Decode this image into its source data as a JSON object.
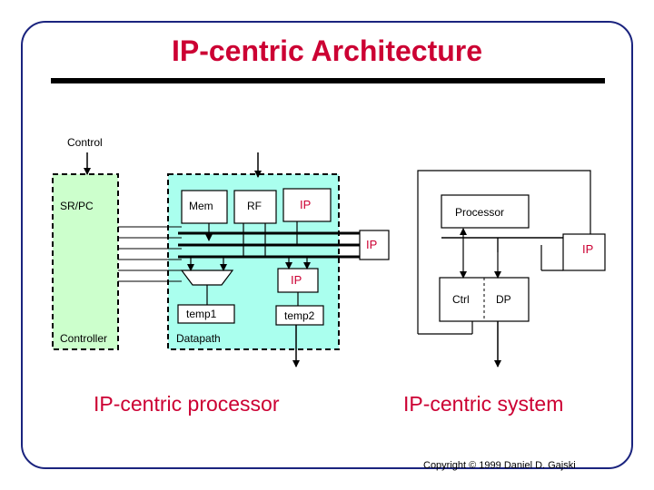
{
  "title": "IP-centric Architecture",
  "labels": {
    "control": "Control",
    "sr_pc": "SR/PC",
    "controller": "Controller",
    "mem": "Mem",
    "rf": "RF",
    "ip_top": "IP",
    "ip_bus": "IP",
    "ip_alu": "IP",
    "temp1": "temp1",
    "temp2": "temp2",
    "datapath": "Datapath",
    "processor": "Processor",
    "ip_system": "IP",
    "ctrl": "Ctrl",
    "dp": "DP"
  },
  "captions": {
    "processor": "IP-centric processor",
    "system": "IP-centric system"
  },
  "copyright": "Copyright © 1999 Daniel D. Gajski",
  "colors": {
    "accent": "#cc0033",
    "controller_fill": "#ccffcc",
    "datapath_fill": "#aaffee",
    "border": "#1a237e"
  }
}
